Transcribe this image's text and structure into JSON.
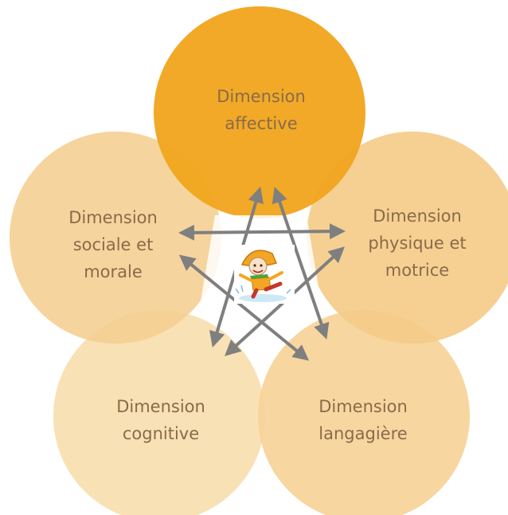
{
  "diagram": {
    "dimensions": [
      {
        "id": "affective",
        "line1": "Dimension",
        "line2": "affective",
        "color": "#f0a61e"
      },
      {
        "id": "physique",
        "line1": "Dimension",
        "line2": "physique et",
        "line3": "motrice",
        "color": "#f4cb86"
      },
      {
        "id": "langagiere",
        "line1": "Dimension",
        "line2": "langagière",
        "color": "#f6d398"
      },
      {
        "id": "cognitive",
        "line1": "Dimension",
        "line2": "cognitive",
        "color": "#f8dfb0"
      },
      {
        "id": "sociale",
        "line1": "Dimension",
        "line2": "sociale et",
        "line3": "morale",
        "color": "#f5cf92"
      }
    ],
    "arrow_color": "#7f7f7f",
    "center_icon": "child-jumping-in-puddle-icon"
  }
}
